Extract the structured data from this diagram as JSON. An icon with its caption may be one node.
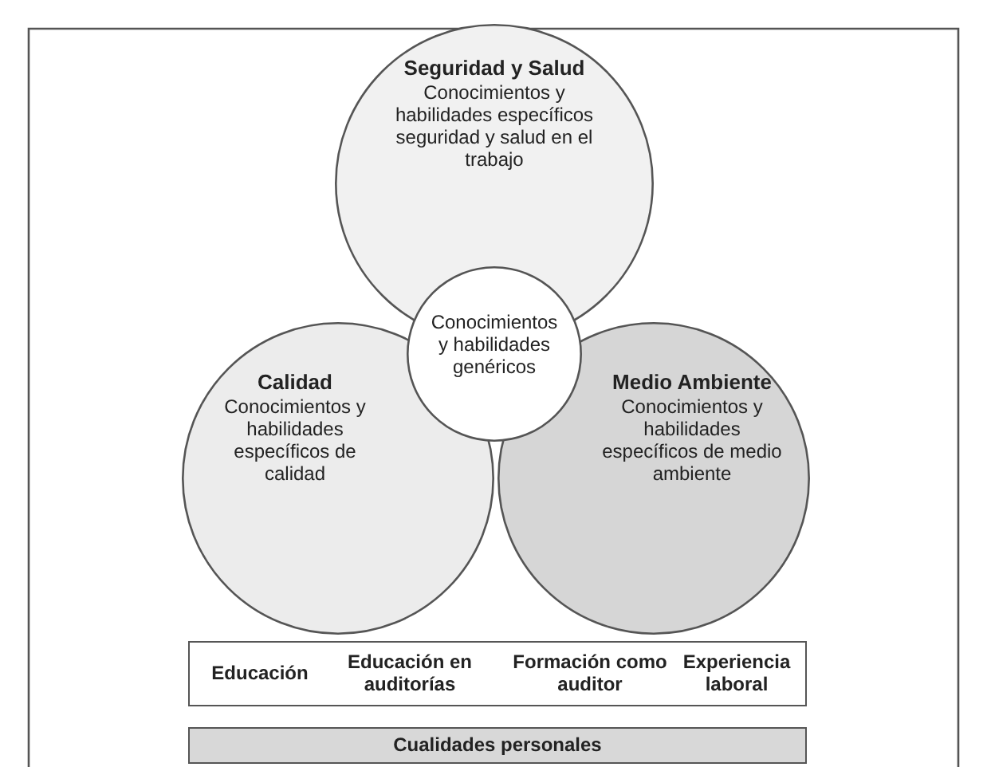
{
  "diagram": {
    "nodes": [
      {
        "text": [
          "Seguridad y Salud",
          "Conocimientos y habilidades específicos seguridad y salud en el trabajo"
        ]
      },
      {
        "text": [
          "Calidad",
          "Conocimientos y habilidades específicos de calidad"
        ]
      },
      {
        "text": [
          "Medio Ambiente",
          "Conocimientos y habilidades específicos de medio ambiente"
        ]
      },
      {
        "text": [
          "Conocimientos y habilidades genéricos"
        ]
      },
      {
        "text": [
          "Educación",
          "Educación en auditorías",
          "Formación como auditor",
          "Experiencia laboral"
        ]
      },
      {
        "text": [
          "Cualidades personales"
        ]
      }
    ]
  }
}
